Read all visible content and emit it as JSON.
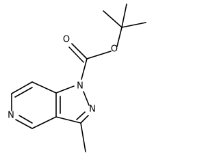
{
  "structure": {
    "atoms": {
      "O_carbonyl": "O",
      "O_ester": "O",
      "N1": "N",
      "N2": "N",
      "N_pyridine": "N"
    }
  }
}
